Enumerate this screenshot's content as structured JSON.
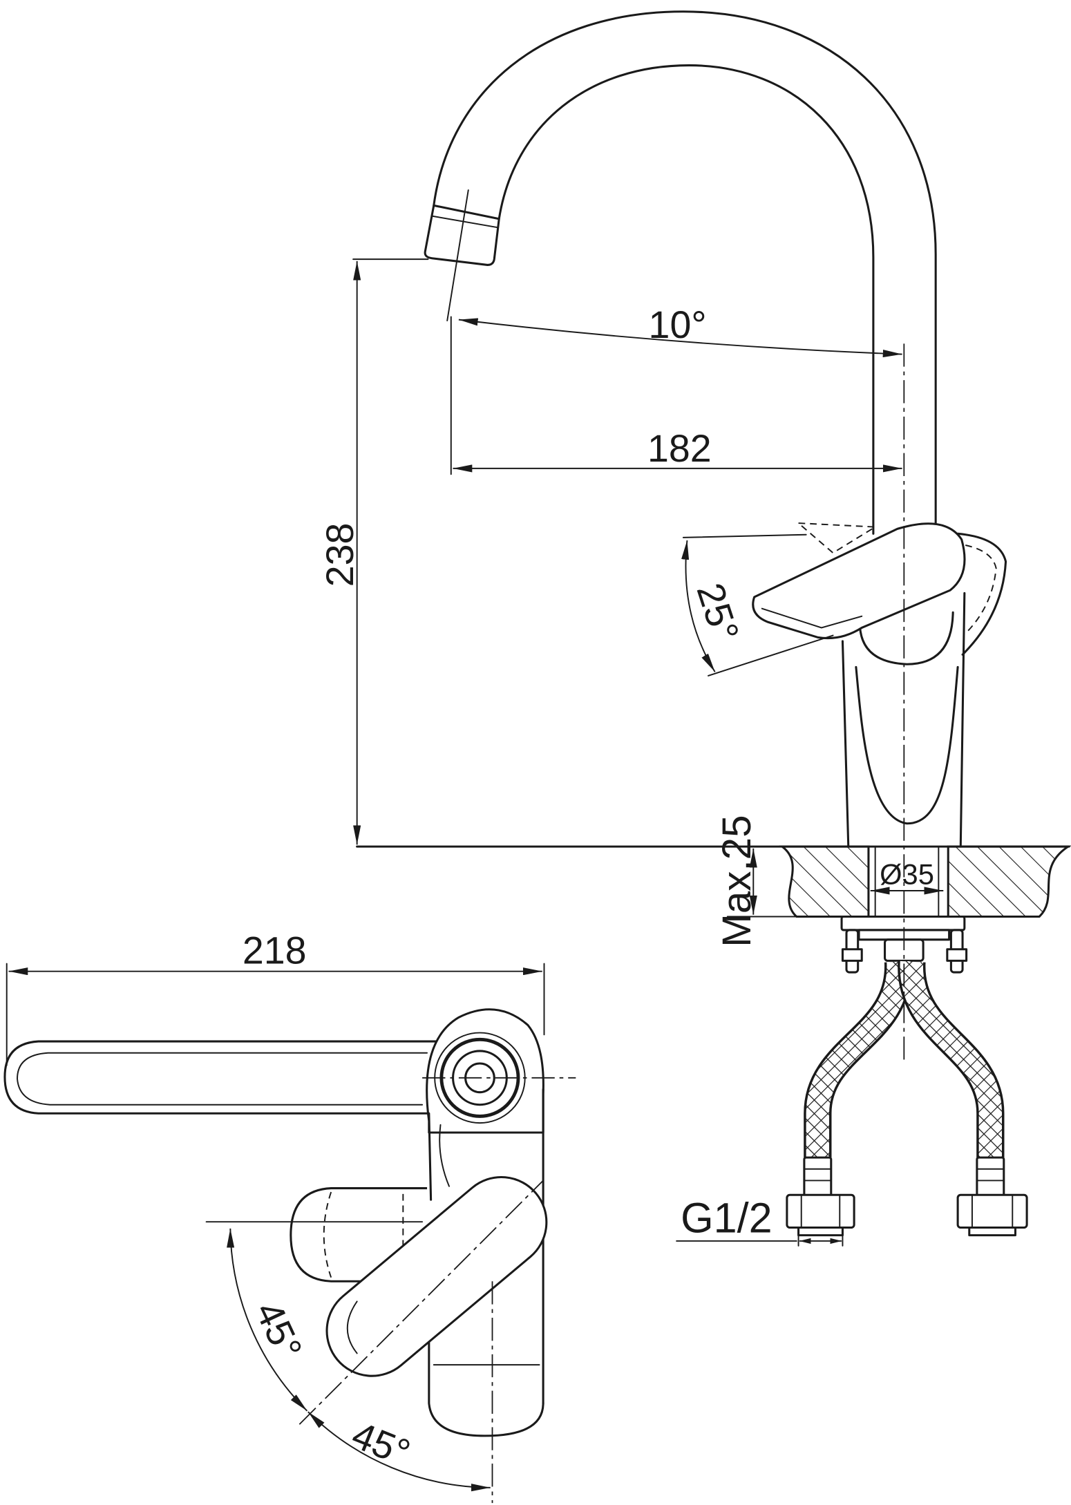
{
  "side_view": {
    "spout_angle_label": "10°",
    "spout_reach_label": "182",
    "spout_height_label": "238",
    "lever_angle_label": "25°",
    "countertop_thickness_label": "Max.25",
    "mounting_hole_label": "Ø35",
    "connection_thread_label": "G1/2"
  },
  "top_view": {
    "overall_length_label": "218",
    "lever_rotation_left_label": "45°",
    "lever_rotation_right_label": "45°"
  },
  "colors": {
    "ink": "#1a1a1a",
    "paper": "#ffffff"
  }
}
